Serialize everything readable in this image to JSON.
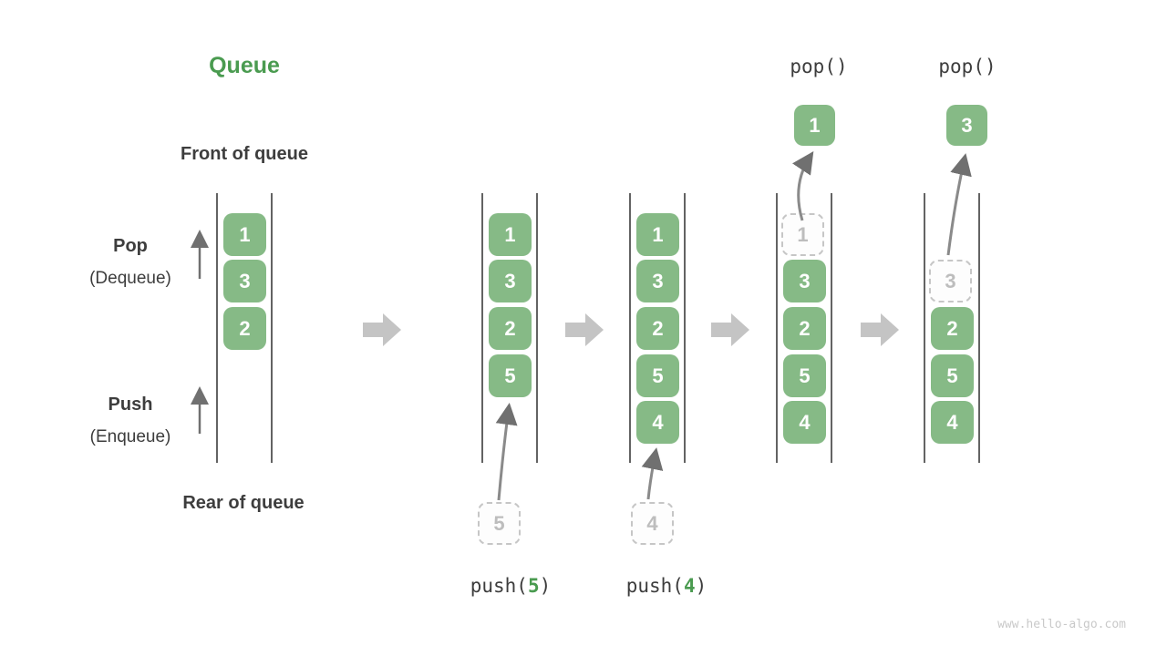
{
  "title": "Queue",
  "labels": {
    "front_of_queue": "Front of queue",
    "rear_of_queue": "Rear of queue",
    "pop": "Pop",
    "pop_sub": "(Dequeue)",
    "push": "Push",
    "push_sub": "(Enqueue)"
  },
  "watermark": "www.hello-algo.com",
  "colors": {
    "box_green": "#86ba86",
    "accent_green": "#4a9b50",
    "text_dark": "#3d3d3d",
    "ghost_gray": "#bdbdbd",
    "block_arrow_gray": "#c4c4c4",
    "thin_arrow_gray": "#7b7b7b",
    "wall_gray": "#636363",
    "watermark_gray": "#c9c9c9"
  },
  "states": [
    {
      "name": "initial",
      "slots": [
        "1",
        "3",
        "2"
      ]
    },
    {
      "name": "after-push-5",
      "slots": [
        "1",
        "3",
        "2",
        "5"
      ],
      "staged_value": "5",
      "op": {
        "prefix": "push(",
        "arg": "5",
        "suffix": ")"
      }
    },
    {
      "name": "after-push-4",
      "slots": [
        "1",
        "3",
        "2",
        "5",
        "4"
      ],
      "staged_value": "4",
      "op": {
        "prefix": "push(",
        "arg": "4",
        "suffix": ")"
      }
    },
    {
      "name": "after-pop-1",
      "ghost": "1",
      "slots": [
        "3",
        "2",
        "5",
        "4"
      ],
      "popped_value": "1",
      "op_label": "pop()"
    },
    {
      "name": "after-pop-3",
      "ghost": "3",
      "slots": [
        "2",
        "5",
        "4"
      ],
      "popped_value": "3",
      "op_label": "pop()"
    }
  ]
}
